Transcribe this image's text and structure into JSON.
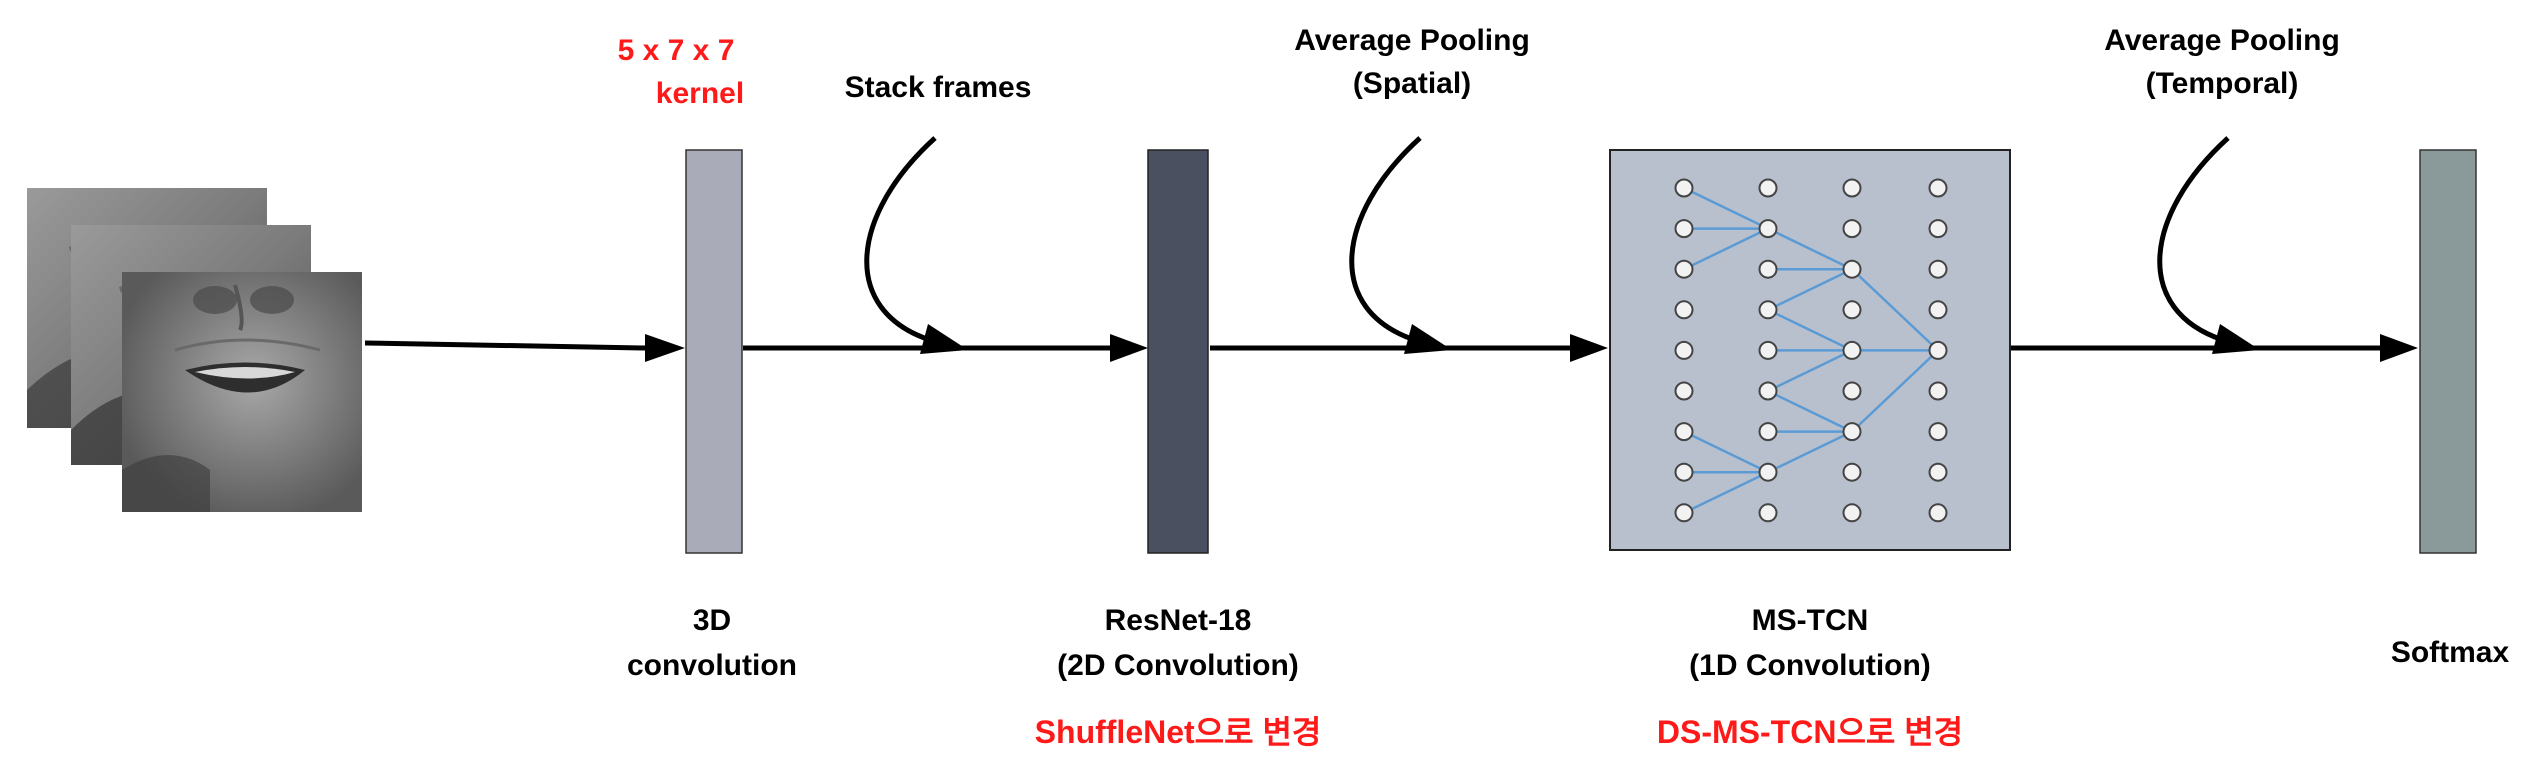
{
  "annotations": {
    "kernel_line1": "5 x 7 x 7",
    "kernel_line2": "kernel",
    "stack_frames": "Stack frames",
    "avgpool_spatial_line1": "Average Pooling",
    "avgpool_spatial_line2": "(Spatial)",
    "avgpool_temporal_line1": "Average Pooling",
    "avgpool_temporal_line2": "(Temporal)"
  },
  "blocks": {
    "conv3d": {
      "line1": "3D",
      "line2": "convolution",
      "color": "#a9abb9"
    },
    "resnet": {
      "line1": "ResNet-18",
      "line2": "(2D Convolution)",
      "note": "ShuffleNet으로 변경",
      "color": "#4a5060"
    },
    "mstcn": {
      "line1": "MS-TCN",
      "line2": "(1D Convolution)",
      "note": "DS-MS-TCN으로 변경",
      "color": "#b9c0cd"
    },
    "softmax": {
      "label": "Softmax",
      "color": "#8a9a9b"
    }
  },
  "colors": {
    "note_red": "#ff1a1a",
    "network_edge": "#5b9bd5",
    "arrow": "#000000"
  }
}
